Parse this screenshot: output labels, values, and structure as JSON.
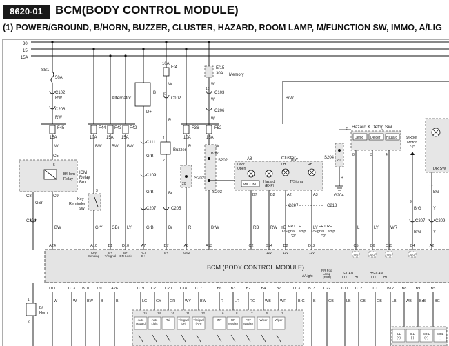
{
  "header": {
    "page_code": "8620-01",
    "title": "BCM(BODY CONTROL MODULE)",
    "subtitle": "(1) POWER/GROUND, B/HORN, BUZZER, CLUSTER, HAZARD, ROOM LAMP, M/FUNCTION SW, IMMO, A/LIG"
  },
  "rails": [
    "30",
    "15",
    "15A"
  ],
  "fuse_top": {
    "sb1": "SB1",
    "sb1_amp": "50A",
    "ef4": "Ef4",
    "ef4_amp": "10A",
    "ef15": "Ef15",
    "ef15_amp": "30A",
    "memory": "Memory"
  },
  "connectors_top": {
    "c102a": "C102",
    "c206a": "C206",
    "c102b": "C102",
    "c103": "C103",
    "c206b": "C206",
    "c111": "C111",
    "c109": "C109",
    "c207a": "C207",
    "c205": "C205",
    "c204": "C204",
    "c207b": "C207",
    "c218": "C218",
    "c207c": "C207",
    "c209": "C209",
    "s202a": "S202",
    "s202b": "S202",
    "s203": "S203",
    "s204": "S204",
    "g204": "G204",
    "c5": "C5",
    "c6": "C6",
    "c9": "C9",
    "c8": "C8"
  },
  "wires": {
    "rw1": "RW",
    "rw2": "RW",
    "w1": "W",
    "w2": "W",
    "w3": "W",
    "w4": "W",
    "w5": "W",
    "bw1": "BW",
    "bw2": "BW",
    "bw3": "BW",
    "bw4": "BW",
    "bw5": "BW",
    "gsr": "GSr",
    "gry": "GrY",
    "gbr": "GBr",
    "ly1": "LY",
    "ly2": "LY",
    "ly3": "LY",
    "grb1": "GrB",
    "grb2": "GrB",
    "grb3": "GrB",
    "grb4": "GrB",
    "r1": "R",
    "r2": "R",
    "r3": "R",
    "r4": "R",
    "br1": "Br",
    "br2": "Br",
    "brw1": "BrW",
    "brw2": "BrW",
    "brw3": "BrW",
    "b1": "B",
    "b2": "B",
    "rb": "RB",
    "rw3": "RW",
    "yb": "YB",
    "l1": "L",
    "wr": "WR",
    "brg": "BrG",
    "y1": "Y",
    "bg": "BG"
  },
  "fuses_mid": [
    {
      "name": "F45",
      "amp": "15A"
    },
    {
      "name": "F44",
      "amp": "10A"
    },
    {
      "name": "F43",
      "amp": "15A"
    },
    {
      "name": "F42",
      "amp": "15A"
    },
    {
      "name": "F36",
      "amp": "10A"
    },
    {
      "name": "F52",
      "amp": "15A"
    }
  ],
  "components": {
    "alternator": "Alternator",
    "alt_b": "B",
    "alt_d": "D+",
    "buzzer": "Buzzer",
    "icm_relay": "ICM\nRelay\nBox",
    "bhorn_relay": "B/Horn\nRelay",
    "key_reminder": "Key\nReminder\nSW",
    "cluster": "Cluster",
    "door_open": "Door\nOpen",
    "micom": "M/COM",
    "hazard_exp": "Hazard\n(EXP)",
    "tsignal": "T/Signal",
    "lh": "LH",
    "rh": "RH",
    "frt_lh": "FRT LH\nT/Signal Lamp\n\"2\"",
    "frt_rh": "FRT RH\nT/Signal Lamp\n\"2\"",
    "hazard_defog_sw": "Hazard & Defog SW",
    "defog": "Defog",
    "deicer": "Deicer",
    "hazard": "Hazard",
    "sroof_motor": "S/Roof\nMotor\n\"4\"",
    "dr_sw": "DR SW",
    "b_horn": "B/\nHorn",
    "v12": "12V"
  },
  "bcm": {
    "title": "BCM (BODY CONTROL MODULE)",
    "top_pins": [
      {
        "pin": "A24",
        "label": ""
      },
      {
        "pin": "A10",
        "label": "Key\nSensing"
      },
      {
        "pin": "B1",
        "label": "B+\nT/Signal"
      },
      {
        "pin": "D10",
        "label": "B+\nDR Lock"
      },
      {
        "pin": "A7",
        "label": "ALT\nD+"
      },
      {
        "pin": "D7",
        "label": "B+"
      },
      {
        "pin": "A8",
        "label": "IGN2"
      },
      {
        "pin": "A13",
        "label": ""
      },
      {
        "pin": "C2",
        "label": ""
      },
      {
        "pin": "B14",
        "label": "12V"
      },
      {
        "pin": "D2",
        "label": "12V"
      },
      {
        "pin": "D12",
        "label": "12V"
      },
      {
        "pin": "C5",
        "label": "5V"
      },
      {
        "pin": "C6",
        "label": "5V"
      },
      {
        "pin": "C15",
        "label": "5V"
      },
      {
        "pin": "C4",
        "label": "5V"
      },
      {
        "pin": "A2",
        "label": ""
      }
    ],
    "sig": "SIG",
    "bottom_pins": [
      "D11",
      "C13",
      "B10",
      "D9",
      "A26",
      "C19",
      "C21",
      "C20",
      "C18",
      "C17",
      "B6",
      "B3",
      "B2",
      "B4",
      "B7",
      "D13",
      "B13",
      "C22",
      "C11",
      "C12",
      "C1",
      "B12",
      "B8",
      "B9",
      "B5"
    ],
    "bottom_labels": [
      "A/Light",
      "RR Fog\nLamp\n(EXP)",
      "LS-CAN\nLO",
      "HI",
      "HS-CAN\nLO",
      "HI"
    ]
  },
  "bottom_wires": [
    "W",
    "W",
    "BW",
    "B",
    "B",
    "LG",
    "GY",
    "GR",
    "WY",
    "BW",
    "R",
    "LR",
    "RG",
    "WB",
    "WR",
    "BrG",
    "B",
    "GB",
    "LB",
    "GB",
    "GB",
    "LB",
    "WB",
    "BrB",
    "BG"
  ],
  "bottom_boxes": [
    "Auto\nHazard",
    "Auto\nLight",
    "Tail",
    "T/Signal\n(LH)",
    "T/Signal\n(RH)",
    "INT",
    "RR\nWasher",
    "FRT\nWasher",
    "Wiper",
    "Wiper"
  ],
  "bottom_box_nums": [
    "15",
    "14",
    "16",
    "11",
    "12",
    "6",
    "8",
    "7",
    "5",
    "1",
    "2",
    "3"
  ],
  "bottom_right_boxes": [
    "ILL\n(+)",
    "ILL\n(-)",
    "COIL\n(+)",
    "COIL\n(-)"
  ],
  "pin_numbers": {
    "n1": "1",
    "n2": "2",
    "n3": "3",
    "n4": "4",
    "n5": "5",
    "n6": "6",
    "n8": "8",
    "n9": "9",
    "n10": "10",
    "n11": "11",
    "n12": "12",
    "n13": "13",
    "n14": "14",
    "n15": "15",
    "n16": "16",
    "n20": "20",
    "n31": "31",
    "n28": "28",
    "n44": "44",
    "n45": "45",
    "n7": "7"
  }
}
